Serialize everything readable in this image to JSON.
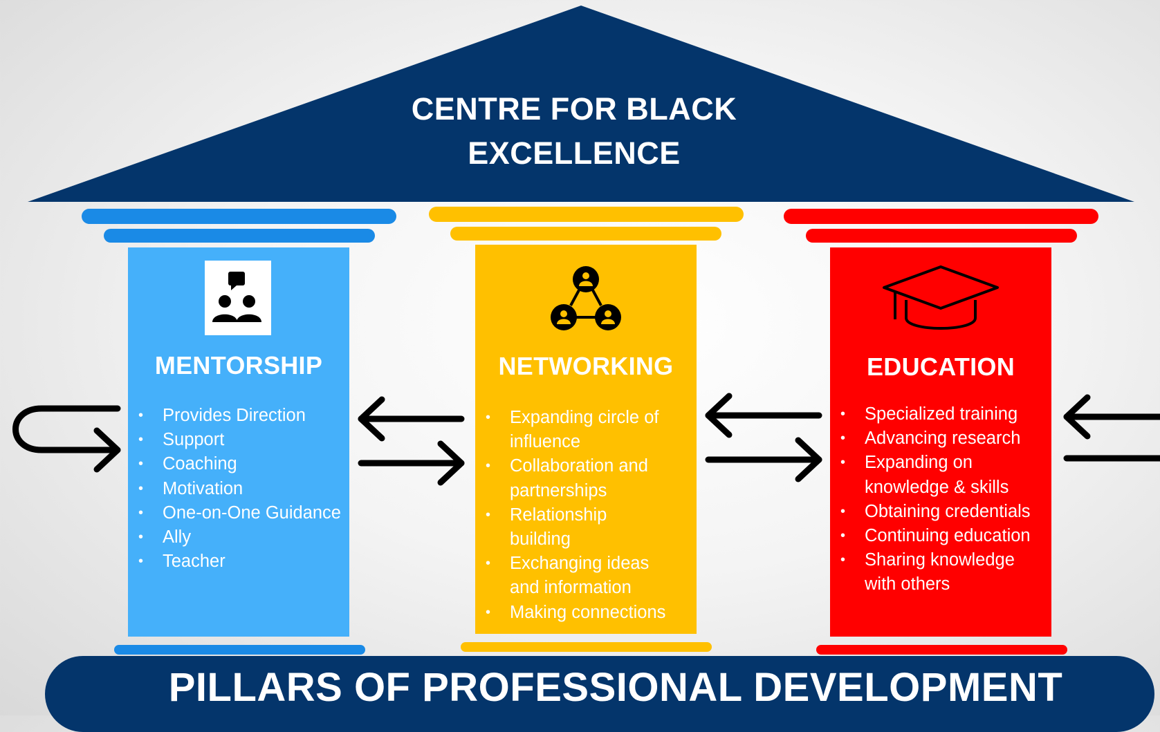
{
  "roof": {
    "title_line1": "CENTRE FOR BLACK",
    "title_line2": "EXCELLENCE"
  },
  "pillars": [
    {
      "name": "MENTORSHIP",
      "icon": "mentor-group-icon",
      "items": [
        "Provides Direction",
        "Support",
        "Coaching",
        "Motivation",
        "One-on-One Guidance",
        "Ally",
        "Teacher"
      ]
    },
    {
      "name": "NETWORKING",
      "icon": "network-people-icon",
      "items": [
        "Expanding circle of\ninfluence",
        "Collaboration and\npartnerships",
        "Relationship\nbuilding",
        "Exchanging ideas\nand information",
        "Making connections"
      ]
    },
    {
      "name": "EDUCATION",
      "icon": "graduation-cap-icon",
      "items": [
        "Specialized training",
        "Advancing research",
        "Expanding on\nknowledge & skills",
        "Obtaining credentials",
        "Continuing education",
        "Sharing knowledge\n with others"
      ]
    }
  ],
  "foundation": {
    "title": "PILLARS OF PROFESSIONAL DEVELOPMENT"
  },
  "colors": {
    "navy": "#04356b",
    "blue": "#45b0fa",
    "blue_bar": "#1a8ae6",
    "yellow": "#ffc000",
    "red": "#ff0000",
    "arrow": "#000000"
  }
}
